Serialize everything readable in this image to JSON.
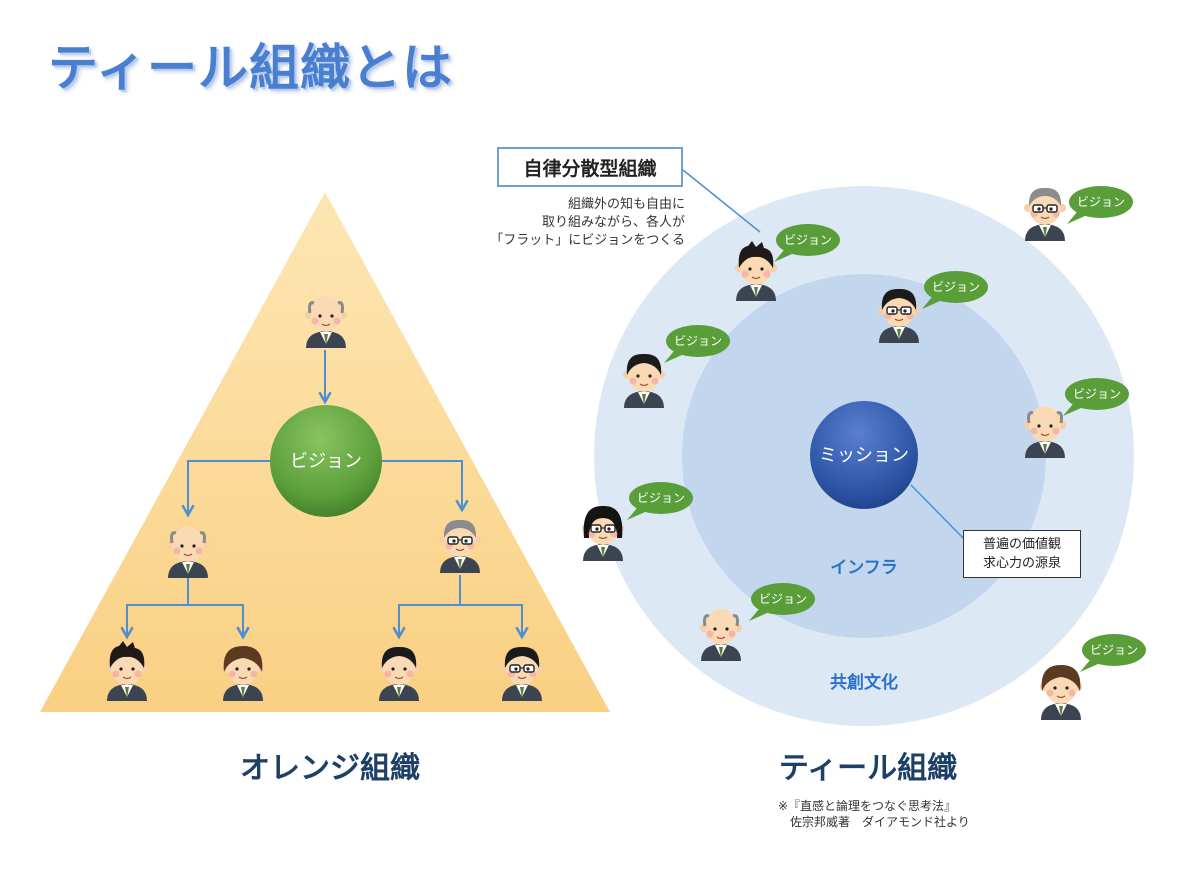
{
  "title": "ティール組織とは",
  "orange": {
    "label": "オレンジ組織",
    "vision_node": "ビジョン"
  },
  "teal": {
    "label": "ティール組織",
    "mission_node": "ミッション",
    "inner_ring": "インフラ",
    "outer_ring": "共創文化",
    "bubble_text": "ビジョン"
  },
  "callout": {
    "title": "自律分散型組織",
    "lines": [
      "組織外の知も自由に",
      "取り組みながら、各人が",
      "「フラット」にビジョンをつくる"
    ]
  },
  "values_box": {
    "lines": [
      "普遍の価値観",
      "求心力の源泉"
    ]
  },
  "source": {
    "lines": [
      "※『直感と論理をつなぐ思考法』",
      "　佐宗邦威著　ダイアモンド社より"
    ]
  },
  "colors": {
    "title": "#4a7fd0",
    "pyramid": "#fbd794",
    "outer_circle": "#dde8f5",
    "inner_circle": "#c2d6ee",
    "vision_green": "#5a9e3a",
    "mission_blue": "#2e55a6",
    "arrow": "#4f8fcf",
    "label_navy": "#1e3f66"
  }
}
